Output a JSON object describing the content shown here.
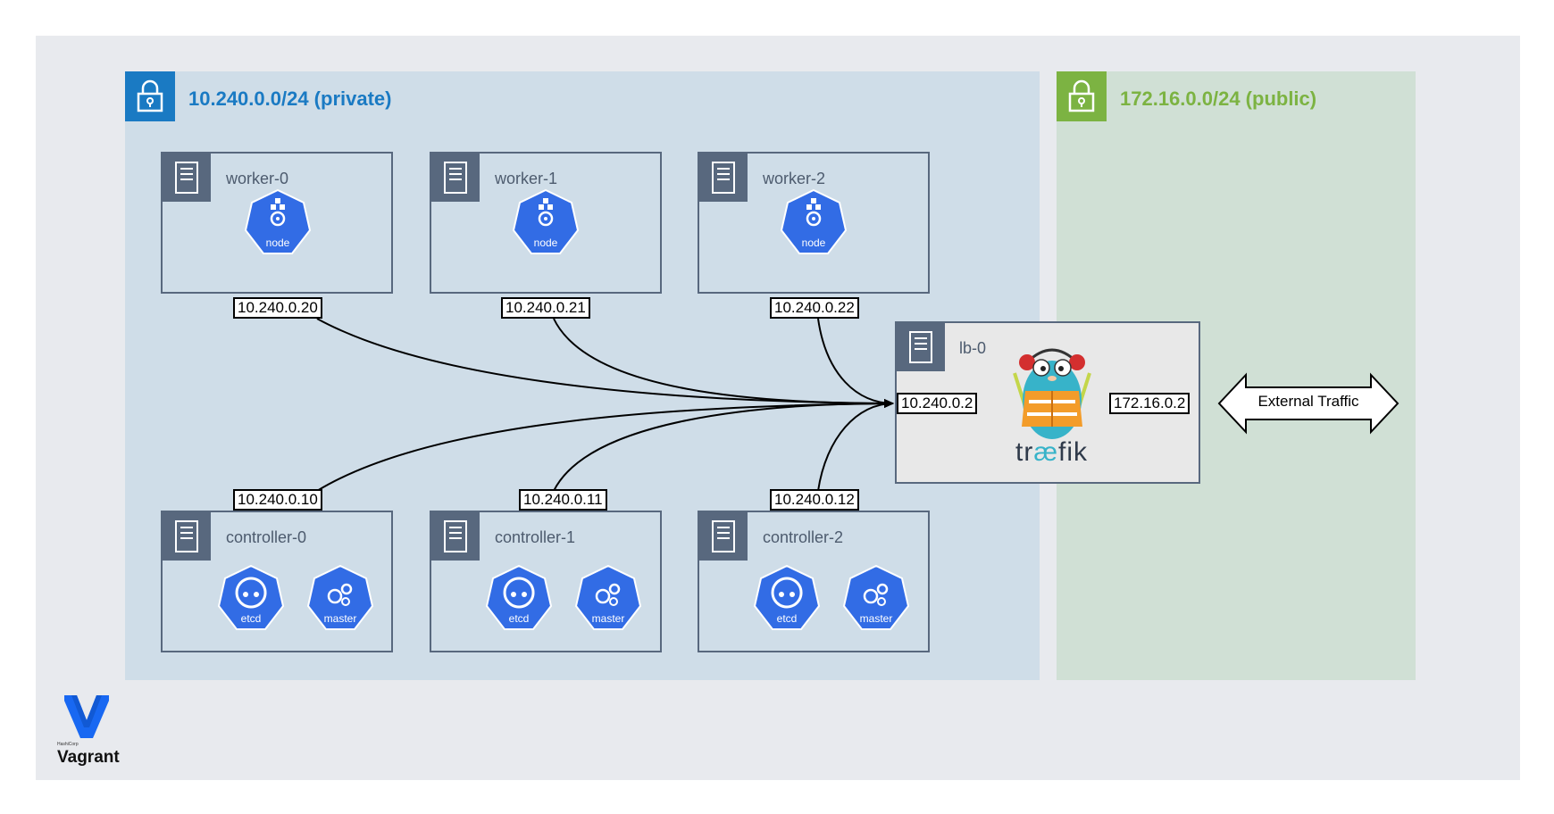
{
  "subnets": {
    "private": {
      "title": "10.240.0.0/24 (private)",
      "color": "#1a7ac3"
    },
    "public": {
      "title": "172.16.0.0/24 (public)",
      "color": "#7cb342"
    }
  },
  "workers": [
    {
      "name": "worker-0",
      "role": "node",
      "ip": "10.240.0.20"
    },
    {
      "name": "worker-1",
      "role": "node",
      "ip": "10.240.0.21"
    },
    {
      "name": "worker-2",
      "role": "node",
      "ip": "10.240.0.22"
    }
  ],
  "controllers": [
    {
      "name": "controller-0",
      "roles": [
        "etcd",
        "master"
      ],
      "ip": "10.240.0.10"
    },
    {
      "name": "controller-1",
      "roles": [
        "etcd",
        "master"
      ],
      "ip": "10.240.0.11"
    },
    {
      "name": "controller-2",
      "roles": [
        "etcd",
        "master"
      ],
      "ip": "10.240.0.12"
    }
  ],
  "lb": {
    "name": "lb-0",
    "private_ip": "10.240.0.2",
    "public_ip": "172.16.0.2",
    "logo_text": {
      "pre": "tr",
      "ae": "æ",
      "post": "fik"
    }
  },
  "external": {
    "label": "External Traffic"
  },
  "vagrant": {
    "brand": "Vagrant",
    "vendor": "HashiCorp"
  },
  "icons": {
    "lock": "lock-icon",
    "server": "server-icon",
    "k8s": "kubernetes-icon"
  },
  "colors": {
    "k8s_blue": "#326ce5",
    "host_border": "#58687e"
  }
}
